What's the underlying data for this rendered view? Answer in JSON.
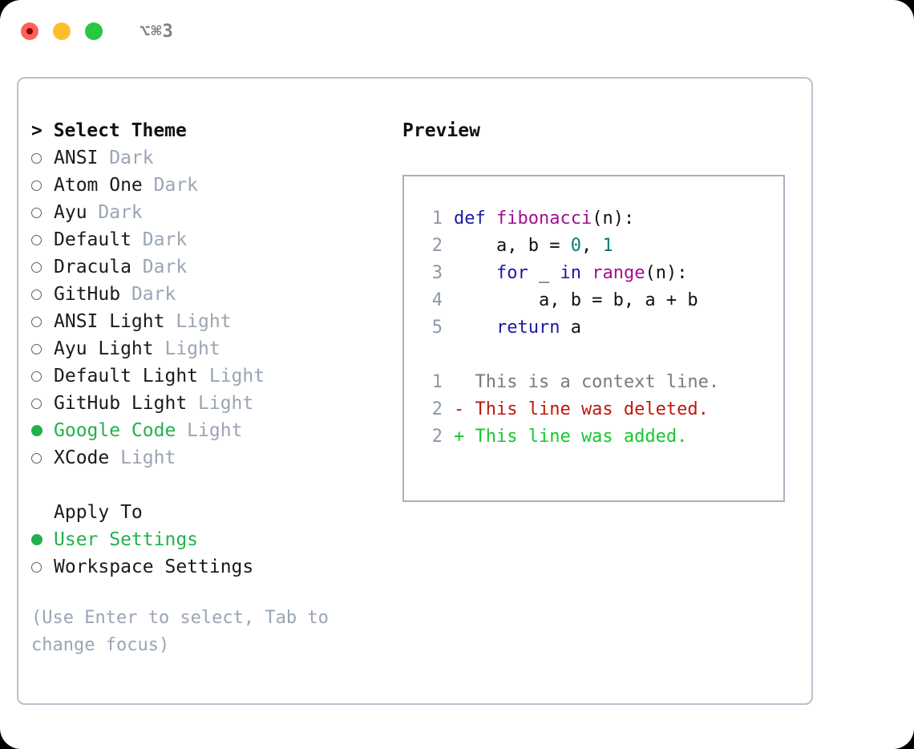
{
  "titlebar": {
    "shortcut": "⌥⌘3",
    "close_label": "close",
    "minimize_label": "minimize",
    "maximize_label": "maximize"
  },
  "theme_picker": {
    "heading": "> Select Theme",
    "options": [
      {
        "name": "ANSI",
        "variant": "Dark",
        "selected": false
      },
      {
        "name": "Atom One",
        "variant": "Dark",
        "selected": false
      },
      {
        "name": "Ayu",
        "variant": "Dark",
        "selected": false
      },
      {
        "name": "Default",
        "variant": "Dark",
        "selected": false
      },
      {
        "name": "Dracula",
        "variant": "Dark",
        "selected": false
      },
      {
        "name": "GitHub",
        "variant": "Dark",
        "selected": false
      },
      {
        "name": "ANSI Light",
        "variant": "Light",
        "selected": false
      },
      {
        "name": "Ayu Light",
        "variant": "Light",
        "selected": false
      },
      {
        "name": "Default Light",
        "variant": "Light",
        "selected": false
      },
      {
        "name": "GitHub Light",
        "variant": "Light",
        "selected": false
      },
      {
        "name": "Google Code",
        "variant": "Light",
        "selected": true
      },
      {
        "name": "XCode",
        "variant": "Light",
        "selected": false
      }
    ]
  },
  "apply_to": {
    "heading": "Apply To",
    "options": [
      {
        "name": "User Settings",
        "selected": true
      },
      {
        "name": "Workspace Settings",
        "selected": false
      }
    ]
  },
  "help": {
    "text": "(Use Enter to select, Tab to change focus)"
  },
  "preview": {
    "title": "Preview",
    "code_lines": [
      {
        "no": "1",
        "tokens": [
          {
            "t": "def ",
            "c": "kw"
          },
          {
            "t": "fibonacci",
            "c": "fn"
          },
          {
            "t": "(n):",
            "c": "pln"
          }
        ]
      },
      {
        "no": "2",
        "tokens": [
          {
            "t": "    a, b = ",
            "c": "pln"
          },
          {
            "t": "0",
            "c": "num"
          },
          {
            "t": ", ",
            "c": "pln"
          },
          {
            "t": "1",
            "c": "num"
          }
        ]
      },
      {
        "no": "3",
        "tokens": [
          {
            "t": "    ",
            "c": "pln"
          },
          {
            "t": "for",
            "c": "kw"
          },
          {
            "t": " _ ",
            "c": "pln"
          },
          {
            "t": "in",
            "c": "kw"
          },
          {
            "t": " ",
            "c": "pln"
          },
          {
            "t": "range",
            "c": "fn"
          },
          {
            "t": "(n):",
            "c": "pln"
          }
        ]
      },
      {
        "no": "4",
        "tokens": [
          {
            "t": "        a, b = b, a + b",
            "c": "pln"
          }
        ]
      },
      {
        "no": "5",
        "tokens": [
          {
            "t": "    ",
            "c": "pln"
          },
          {
            "t": "return",
            "c": "kw"
          },
          {
            "t": " a",
            "c": "pln"
          }
        ]
      }
    ],
    "diff_lines": [
      {
        "no": "1",
        "text": "  This is a context line.",
        "kind": "context"
      },
      {
        "no": "2",
        "text": "- This line was deleted.",
        "kind": "del"
      },
      {
        "no": "2",
        "text": "+ This line was added.",
        "kind": "add"
      }
    ]
  },
  "colors": {
    "accent_green": "#22b14c",
    "muted": "#9aa5b4",
    "border": "#b9c2ce",
    "preview_border": "#a8b2c0",
    "keyword": "#1a1aa6",
    "function": "#a0108f",
    "number": "#0b7a78",
    "diff_add": "#16c72e",
    "diff_del": "#c0170c",
    "diff_context": "#7a7a7a"
  }
}
